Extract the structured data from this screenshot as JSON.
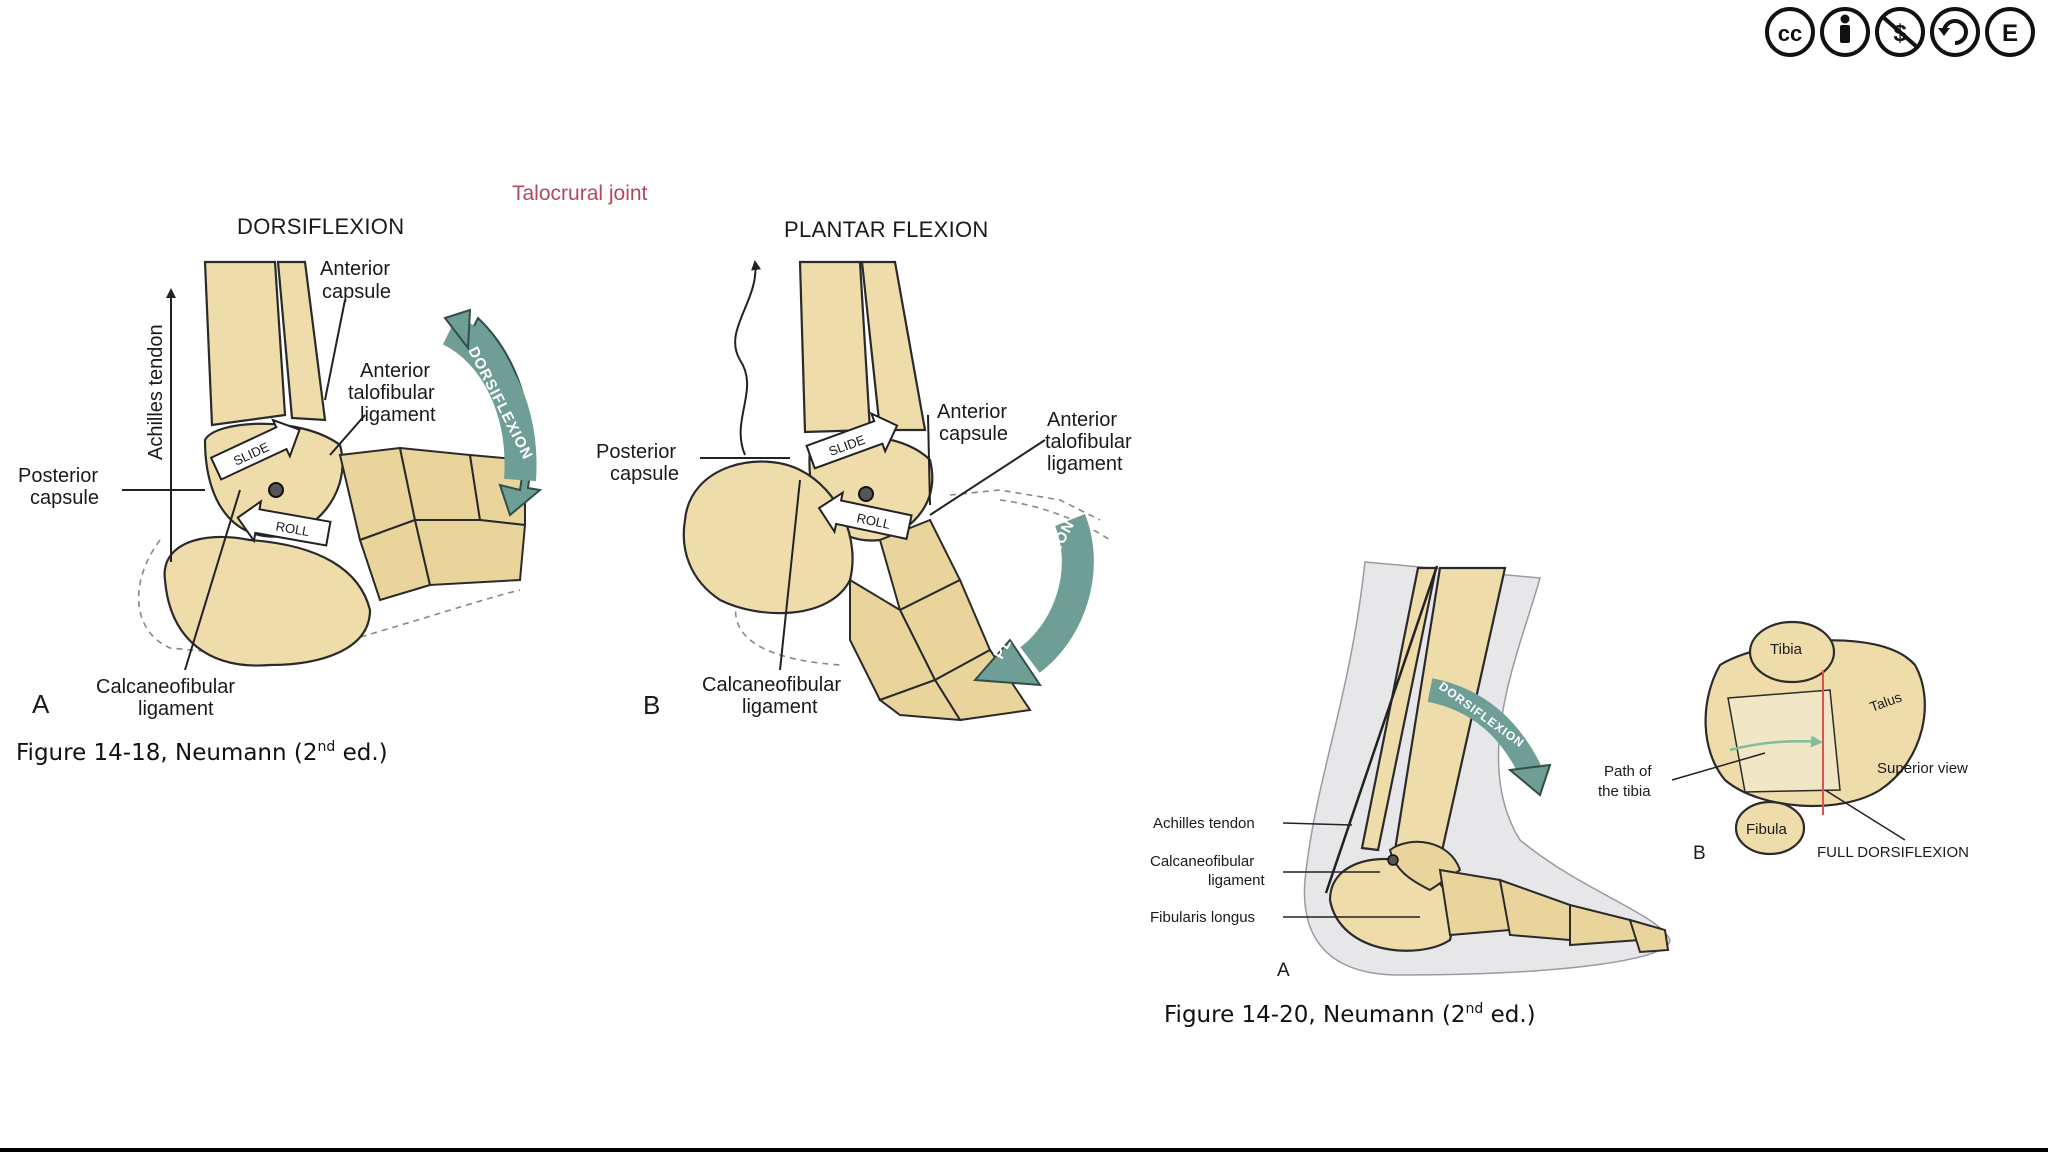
{
  "license_badges": [
    "cc-icon",
    "by-icon",
    "nc-icon",
    "sa-icon",
    "e-icon"
  ],
  "header": {
    "joint_title": "Talocrural joint"
  },
  "figure_left": {
    "caption_prefix": "Figure 14-18, Neumann (2",
    "caption_sup": "nd",
    "caption_suffix": " ed.)",
    "panel_a": {
      "letter": "A",
      "title": "DORSIFLEXION",
      "labels": {
        "achilles": "Achilles tendon",
        "ant_capsule_1": "Anterior",
        "ant_capsule_2": "capsule",
        "atfl_1": "Anterior",
        "atfl_2": "talofibular",
        "atfl_3": "ligament",
        "post_capsule_1": "Posterior",
        "post_capsule_2": "capsule",
        "cfl_1": "Calcaneofibular",
        "cfl_2": "ligament",
        "slide": "SLIDE",
        "roll": "ROLL",
        "motion": "DORSIFLEXION"
      }
    },
    "panel_b": {
      "letter": "B",
      "title": "PLANTAR FLEXION",
      "labels": {
        "post_capsule_1": "Posterior",
        "post_capsule_2": "capsule",
        "ant_capsule_1": "Anterior",
        "ant_capsule_2": "capsule",
        "atfl_1": "Anterior",
        "atfl_2": "talofibular",
        "atfl_3": "ligament",
        "cfl_1": "Calcaneofibular",
        "cfl_2": "ligament",
        "slide": "SLIDE",
        "roll": "ROLL",
        "motion": "PLANTAR FLEXION"
      }
    }
  },
  "figure_right": {
    "caption_prefix": "Figure 14-20, Neumann (2",
    "caption_sup": "nd",
    "caption_suffix": " ed.)",
    "panel_a": {
      "letter": "A",
      "labels": {
        "achilles": "Achilles tendon",
        "cfl_1": "Calcaneofibular",
        "cfl_2": "ligament",
        "fib_longus": "Fibularis longus",
        "motion": "DORSIFLEXION"
      }
    },
    "panel_b": {
      "letter": "B",
      "labels": {
        "tibia": "Tibia",
        "talus": "Talus",
        "fibula": "Fibula",
        "superior_view": "Superior view",
        "path_1": "Path of",
        "path_2": "the tibia",
        "full_df": "FULL DORSIFLEXION"
      }
    }
  },
  "colors": {
    "bone": "#efdcab",
    "motion_arrow": "#6f9e96",
    "joint_title": "#b04a5e",
    "path_arrow": "#7fbf9a",
    "df_line": "#d9534f"
  }
}
